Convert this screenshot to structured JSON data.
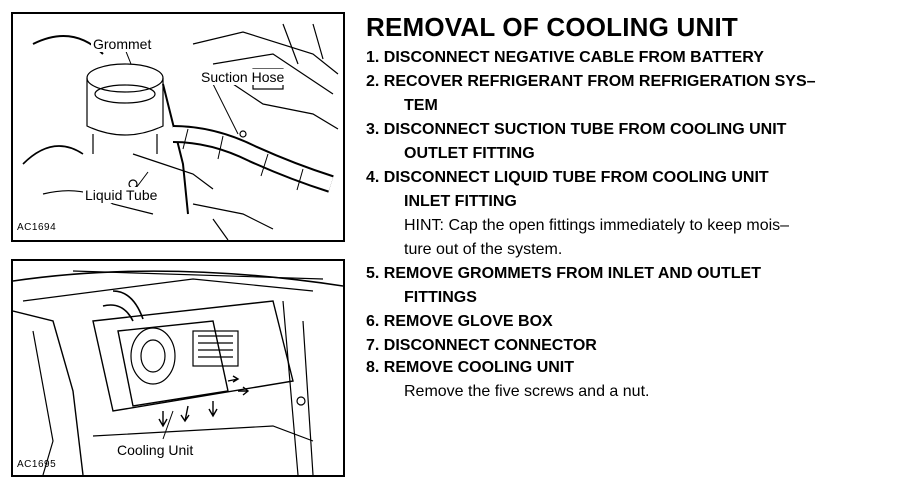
{
  "title": "REMOVAL OF COOLING UNIT",
  "steps": [
    {
      "line1": "1. DISCONNECT NEGATIVE CABLE FROM BATTERY"
    },
    {
      "line1": "2. RECOVER REFRIGERANT FROM REFRIGERATION SYS–",
      "line2": "TEM"
    },
    {
      "line1": "3. DISCONNECT SUCTION TUBE FROM COOLING UNIT",
      "line2": "OUTLET FITTING"
    },
    {
      "line1": "4. DISCONNECT LIQUID TUBE FROM COOLING UNIT",
      "line2": "INLET FITTING",
      "hint1": "HINT: Cap the open fittings immediately to keep mois–",
      "hint2": "ture out of the system."
    },
    {
      "line1": "5. REMOVE GROMMETS FROM INLET AND OUTLET",
      "line2": "FITTINGS"
    },
    {
      "line1": "6. REMOVE GLOVE BOX"
    },
    {
      "line1": "7. DISCONNECT CONNECTOR"
    },
    {
      "line1": "8. REMOVE COOLING UNIT",
      "note": "Remove the five screws and a nut."
    }
  ],
  "figure1": {
    "code": "AC1694",
    "labels": {
      "grommet": "Grommet",
      "suction_hose": "Suction Hose",
      "liquid_tube": "Liquid Tube"
    }
  },
  "figure2": {
    "code": "AC1695",
    "labels": {
      "cooling_unit": "Cooling Unit"
    }
  }
}
